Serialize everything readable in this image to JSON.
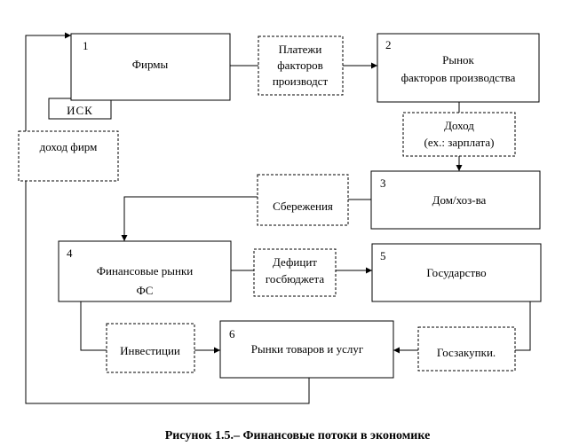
{
  "boxes": {
    "firms": {
      "number": "1",
      "label": "Фирмы"
    },
    "isk": {
      "label": "ИСК"
    },
    "factor_payments": {
      "lines": [
        "Платежи",
        "факторов",
        "производст"
      ]
    },
    "factor_market": {
      "number": "2",
      "lines": [
        "Рынок",
        "факторов производства"
      ]
    },
    "income": {
      "lines": [
        "Доход",
        "(ex.: зарплата)"
      ]
    },
    "firm_income": {
      "label": "доход фирм"
    },
    "households": {
      "number": "3",
      "label": "Дом/хоз-ва"
    },
    "savings": {
      "label": "Сбережения"
    },
    "fin_markets": {
      "number": "4",
      "lines": [
        "Финансовые рынки",
        "ФС"
      ]
    },
    "deficit": {
      "lines": [
        "Дефицит",
        "госбюджета"
      ]
    },
    "government": {
      "number": "5",
      "label": "Государство"
    },
    "investments": {
      "label": "Инвестиции"
    },
    "goods_market": {
      "number": "6",
      "label": "Рынки товаров и услуг"
    },
    "purchases": {
      "label": "Госзакупки."
    }
  },
  "caption": "Рисунок 1.5.– Финансовые потоки в экономике"
}
